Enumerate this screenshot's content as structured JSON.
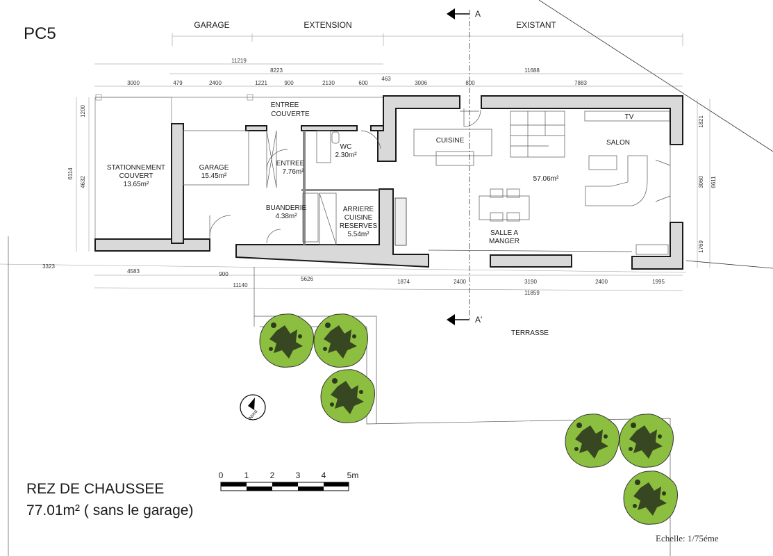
{
  "sheet": {
    "id": "PC5"
  },
  "sections": {
    "garage": "GARAGE",
    "extension": "EXTENSION",
    "existant": "EXISTANT"
  },
  "cut": {
    "a": "A",
    "a_prime": "A'"
  },
  "dims": {
    "top1": "11219",
    "top2": "8223",
    "top3": "11688",
    "row3": [
      "3000",
      "479",
      "2400",
      "1221",
      "900",
      "2130",
      "600",
      "463",
      "3006",
      "800",
      "7883"
    ],
    "left": [
      "1200",
      "6114",
      "4632"
    ],
    "right": [
      "1821",
      "3060",
      "6611",
      "1769"
    ],
    "bottom1": [
      "3323",
      "4583",
      "900",
      "5626",
      "1874",
      "2400",
      "3190",
      "2400",
      "1995"
    ],
    "bottom2": [
      "11140",
      "11859"
    ]
  },
  "rooms": {
    "entree_couverte": [
      "ENTREE",
      "COUVERTE"
    ],
    "stationnement": [
      "STATIONNEMENT",
      "COUVERT",
      "13.65m²"
    ],
    "garage": [
      "GARAGE",
      "15.45m²"
    ],
    "entree": [
      "ENTREE",
      "7.76m²"
    ],
    "wc": [
      "WC",
      "2.30m²"
    ],
    "buanderie": [
      "BUANDERIE",
      "4.38m²"
    ],
    "arriere": [
      "ARRIERE",
      "CUISINE",
      "RESERVES",
      "5.54m²"
    ],
    "cuisine": "CUISINE",
    "salon": "SALON",
    "tv": "TV",
    "sejour_area": "57.06m²",
    "salle": [
      "SALLE A",
      "MANGER"
    ],
    "terrasse": "TERRASSE"
  },
  "north": "Nord",
  "scale_bar": {
    "ticks": [
      "0",
      "1",
      "2",
      "3",
      "4",
      "5m"
    ]
  },
  "title": {
    "level": "REZ DE CHAUSSEE",
    "area": "77.01m² ( sans le garage)"
  },
  "scale_note": "Echelle: 1/75éme",
  "colors": {
    "wall_fill": "#d9d9d9",
    "tree_green": "#8cbf3f",
    "tree_dark": "#2d3a1e"
  }
}
